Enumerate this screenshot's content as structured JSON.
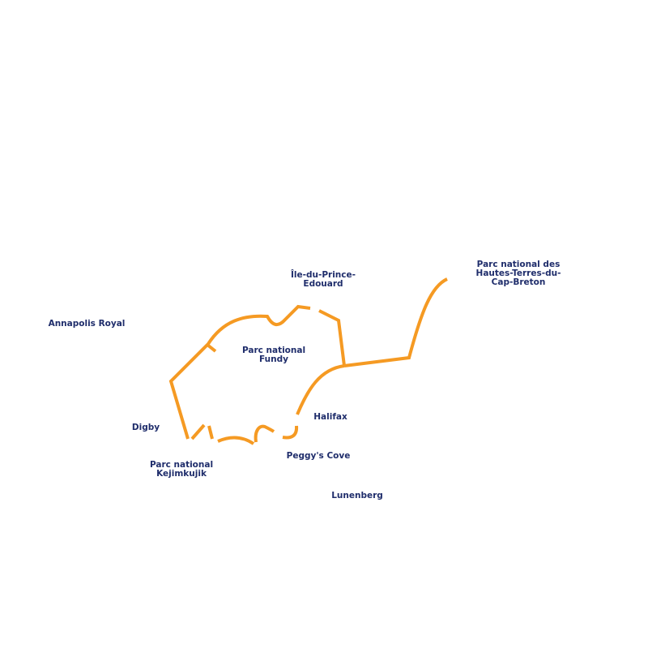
{
  "map": {
    "route_color": "#f59a23",
    "label_color": "#1f2d6b",
    "places": [
      {
        "id": "annapolis-royal",
        "lines": [
          "Annapolis Royal"
        ]
      },
      {
        "id": "ile-du-prince-edouard",
        "lines": [
          "Île-du-Prince-",
          "Edouard"
        ]
      },
      {
        "id": "parc-national-fundy",
        "lines": [
          "Parc national",
          "Fundy"
        ]
      },
      {
        "id": "parc-national-hautes-terres",
        "lines": [
          "Parc national des",
          "Hautes-Terres-du-",
          "Cap-Breton"
        ]
      },
      {
        "id": "digby",
        "lines": [
          "Digby"
        ]
      },
      {
        "id": "halifax",
        "lines": [
          "Halifax"
        ]
      },
      {
        "id": "parc-national-kejimkujik",
        "lines": [
          "Parc national",
          "Kejimkujik"
        ]
      },
      {
        "id": "peggys-cove",
        "lines": [
          "Peggy's Cove"
        ]
      },
      {
        "id": "lunenberg",
        "lines": [
          "Lunenberg"
        ]
      }
    ]
  }
}
